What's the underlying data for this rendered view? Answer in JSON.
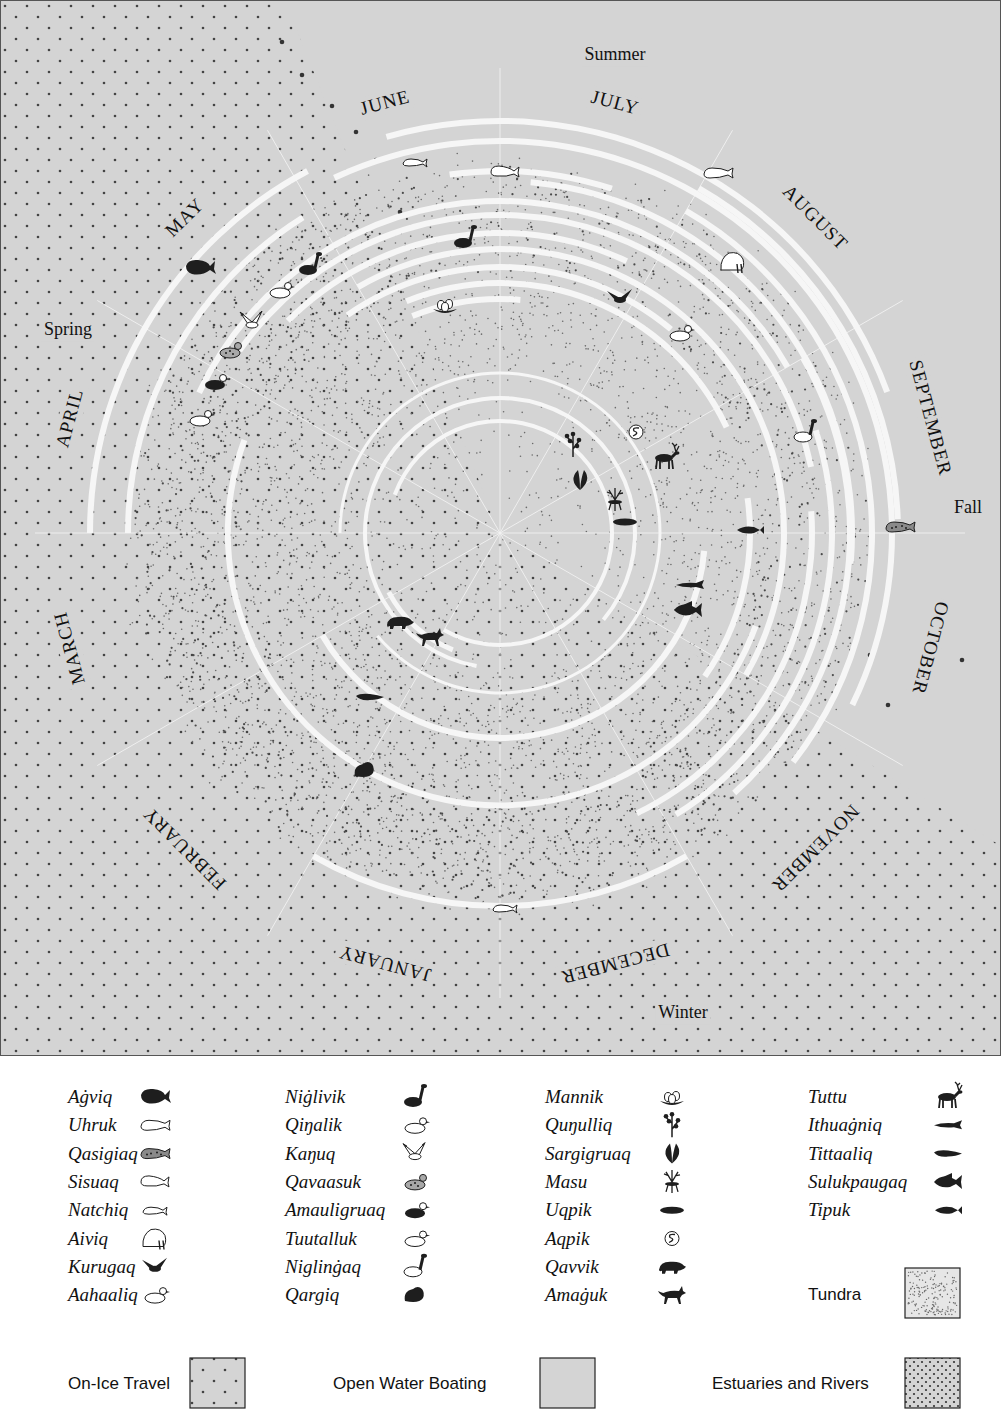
{
  "diagram": {
    "labels": [
      "Summer",
      "JUNE",
      "JULY",
      "AUGUST",
      "SEPTEMBER",
      "Fall",
      "OCTOBER",
      "NOVEMBER",
      "DECEMBER",
      "Winter",
      "JANUARY",
      "FEBRUARY",
      "MARCH",
      "APRIL",
      "Spring",
      "MAY"
    ],
    "legend": [
      {
        "text": "Aġviq"
      },
      {
        "text": "Uhruk"
      },
      {
        "text": "Qasigiaq"
      },
      {
        "text": "Sisuaq"
      },
      {
        "text": "Natchiq"
      },
      {
        "text": "Aiviq"
      },
      {
        "text": "Kurugaq"
      },
      {
        "text": "Aahaaliq"
      },
      {
        "text": "Niġlivik"
      },
      {
        "text": "Qiŋalik"
      },
      {
        "text": "Kaŋuq"
      },
      {
        "text": "Qavaasuk"
      },
      {
        "text": "Amauligruaq"
      },
      {
        "text": "Tuutalluk"
      },
      {
        "text": "Niglinġaq"
      },
      {
        "text": "Qargiq"
      },
      {
        "text": "Mannik"
      },
      {
        "text": "Quŋulliq"
      },
      {
        "text": "Sargigruaq"
      },
      {
        "text": "Masu"
      },
      {
        "text": "Uqpik"
      },
      {
        "text": "Aqpik"
      },
      {
        "text": "Qavvik"
      },
      {
        "text": "Amaġuk"
      },
      {
        "text": "Tuttu"
      },
      {
        "text": "Ithuaġniq"
      },
      {
        "text": "Tittaaliq"
      },
      {
        "text": "Sulukpaugaq"
      },
      {
        "text": "Tipuk"
      },
      {
        "text": "Tundra"
      },
      {
        "text": "On-Ice Travel"
      },
      {
        "text": "Open Water Boating",
        "color": "#d4d4d4"
      },
      {
        "text": "Estuaries and Rivers"
      }
    ]
  }
}
